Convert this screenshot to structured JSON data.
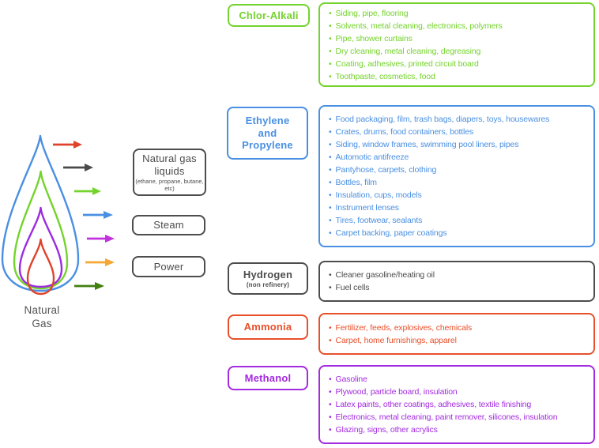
{
  "flame": {
    "label_lines": [
      "Natural",
      "Gas"
    ],
    "layers": [
      {
        "name": "outer-blue",
        "color": "#4a90e2"
      },
      {
        "name": "green",
        "color": "#74d32c"
      },
      {
        "name": "purple",
        "color": "#9b2be0"
      },
      {
        "name": "inner-red",
        "color": "#e0432c"
      }
    ]
  },
  "arrows": [
    {
      "name": "red",
      "color": "#e0432c"
    },
    {
      "name": "black",
      "color": "#4a4a4a"
    },
    {
      "name": "light-green",
      "color": "#74d32c"
    },
    {
      "name": "blue",
      "color": "#4a90e2"
    },
    {
      "name": "magenta",
      "color": "#c233e0"
    },
    {
      "name": "orange",
      "color": "#f5a733"
    },
    {
      "name": "dark-green",
      "color": "#41800f"
    }
  ],
  "mid": {
    "color": "#4d4d4d",
    "boxes": [
      {
        "title": "Natural gas liquids",
        "subtitle": "(ethane, propane, butane, etc)"
      },
      {
        "title": "Steam"
      },
      {
        "title": "Power"
      }
    ]
  },
  "categories": [
    {
      "label": "Chlor-Alkali",
      "color": "#74d32c",
      "items": [
        "Siding, pipe, flooring",
        "Solvents, metal cleaning, electronics, polymers",
        "Pipe, shower curtains",
        "Dry cleaning, metal cleaning, degreasing",
        "Coating, adhesives, printed circuit board",
        "Toothpaste, cosmetics, food"
      ]
    },
    {
      "label": "Ethylene and Propylene",
      "label_lines": [
        "Ethylene",
        "and",
        "Propylene"
      ],
      "color": "#4a90e2",
      "items": [
        "Food packaging, film, trash bags, diapers, toys, housewares",
        "Crates, drums, food containers, bottles",
        "Siding, window frames, swimming pool liners, pipes",
        "Automotic antifreeze",
        "Pantyhose, carpets, clothing",
        "Bottles, film",
        "Insulation, cups, models",
        "Instrument lenses",
        "Tires, footwear, sealants",
        "Carpet backing, paper coatings"
      ]
    },
    {
      "label": "Hydrogen",
      "subtitle": "(non refinery)",
      "color": "#4d4d4d",
      "items": [
        "Cleaner gasoline/heating oil",
        "Fuel cells"
      ]
    },
    {
      "label": "Ammonia",
      "color": "#e8502b",
      "items": [
        "Fertilizer, feeds, explosives, chemicals",
        "Carpet, home furnishings, apparel"
      ]
    },
    {
      "label": "Methanol",
      "color": "#a32be0",
      "items": [
        "Gasoline",
        "Plywood, particle board, insulation",
        "Latex paints, other coatings, adhesives, textile finishing",
        "Electronics, metal cleaning, paint remover, silicones, insulation",
        "Glazing, signs, other acrylics"
      ]
    }
  ]
}
